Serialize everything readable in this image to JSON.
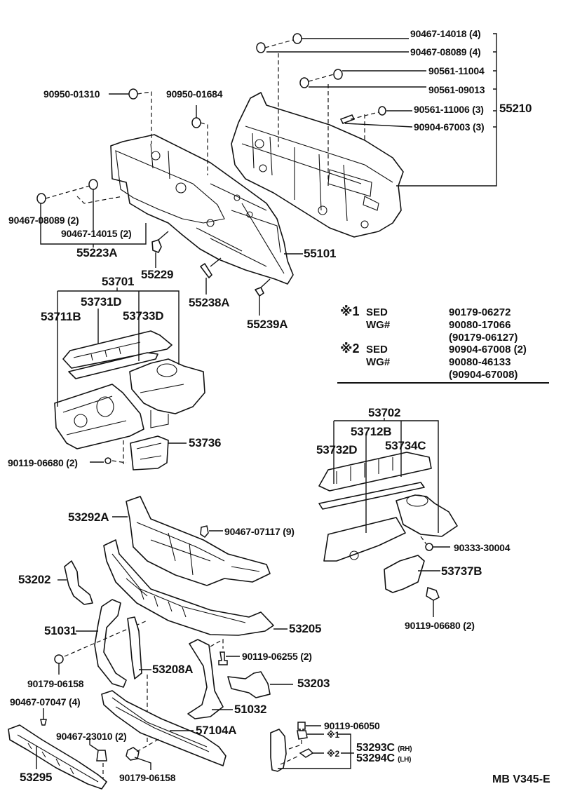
{
  "diagram": {
    "reference_code": "MB V345-E",
    "groups": {
      "dash_panel_insulator_group": {
        "assembly": "55210",
        "items": [
          "90467-14018 (4)",
          "90467-08089 (4)",
          "90561-11004",
          "90561-09013",
          "90561-11006 (3)",
          "90904-67003 (3)"
        ]
      },
      "cowl_panel_group": {
        "panel": "55101",
        "fasteners": [
          "90950-01310",
          "90950-01684"
        ],
        "sub_assembly": "55223A",
        "sub_items": [
          "90467-08089 (2)",
          "90467-14015 (2)"
        ],
        "brackets": [
          "55229",
          "55238A",
          "55239A"
        ]
      },
      "apron_rh_group": {
        "assembly": "53701",
        "items": [
          "53711B",
          "53731D",
          "53733D"
        ],
        "extra_part": "53736",
        "bolt": "90119-06680 (2)"
      },
      "apron_lh_group": {
        "assembly": "53702",
        "items": [
          "53732D",
          "53712B",
          "53734C"
        ],
        "extra_part": "53737B",
        "grommet": "90333-30004",
        "bolt": "90119-06680 (2)"
      },
      "radiator_support_group": {
        "upper": "53292A",
        "clip": "90467-07117 (9)",
        "support": "53205",
        "left_bracket": "53202",
        "left_support": "51031",
        "nut_left": "90179-06158",
        "brace": "53208A",
        "bolt_right": "90119-06255 (2)",
        "right_bracket": "53203",
        "right_support": "51032",
        "lower_member": "57104A",
        "nut_lower": "90179-06158",
        "clip_lower": "90467-07047 (4)",
        "clip_rivet": "90467-23010 (2)",
        "lower_seal": "53295"
      },
      "hood_lock_support_group": {
        "bolt": "90119-06050",
        "marker_1": "※1",
        "marker_2": "※2",
        "part_rh": "53293C",
        "rh_suffix": "(RH)",
        "part_lh": "53294C",
        "lh_suffix": "(LH)"
      }
    },
    "notes": [
      {
        "marker": "※1",
        "rows": [
          {
            "variant": "SED",
            "part": "90179-06272"
          },
          {
            "variant": "WG#",
            "part": "90080-17066"
          },
          {
            "variant": "",
            "part": "(90179-06127)"
          }
        ]
      },
      {
        "marker": "※2",
        "rows": [
          {
            "variant": "SED",
            "part": "90904-67008 (2)"
          },
          {
            "variant": "WG#",
            "part": "90080-46133"
          },
          {
            "variant": "",
            "part": "(90904-67008)"
          }
        ]
      }
    ]
  }
}
